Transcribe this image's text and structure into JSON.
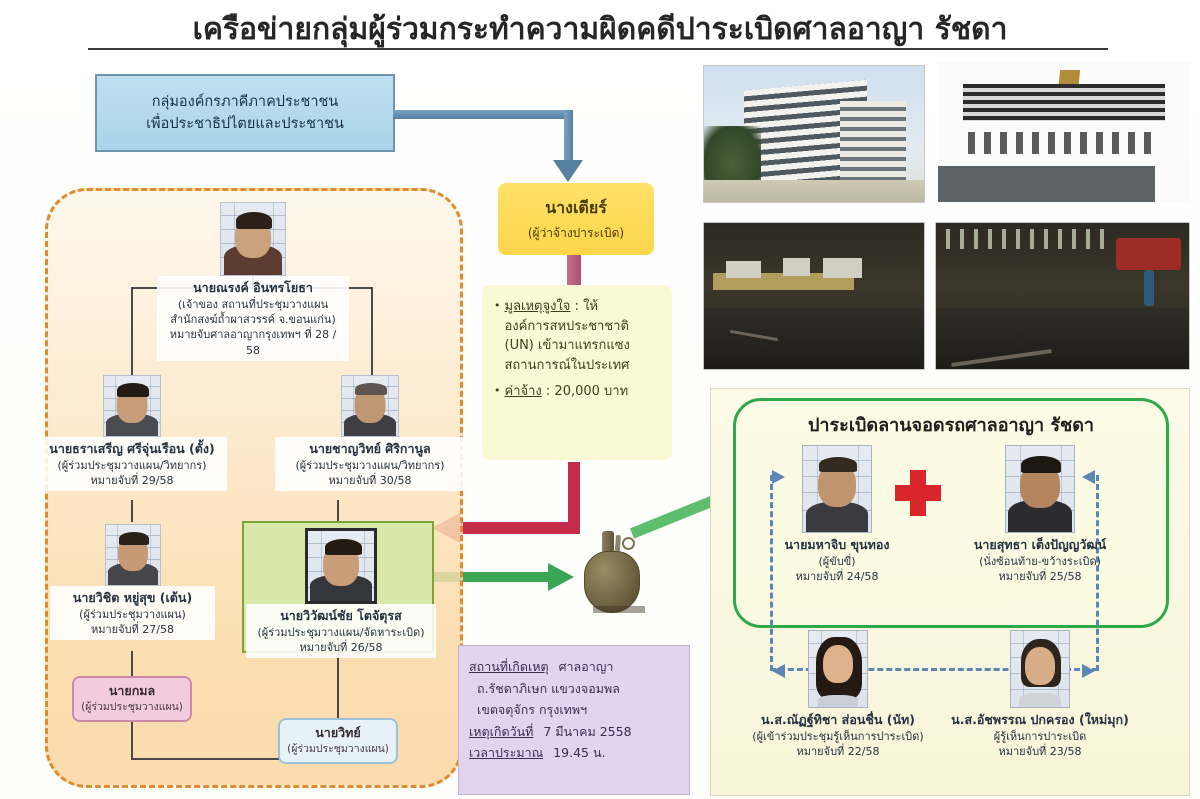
{
  "title": "เครือข่ายกลุ่มผู้ร่วมกระทำความผิดคดีปาระเบิดศาลอาญา รัชดา",
  "origin_box": {
    "line1": "กลุ่มองค์กรภาคีภาคประชาชน",
    "line2": "เพื่อประชาธิปไตยและประชาชน"
  },
  "employer": {
    "name": "นางเตียร์",
    "role": "(ผู้ว่าจ้างปาระเบิด)"
  },
  "motive": {
    "bullet": "•",
    "label1": "มูลเหตุจูงใจ",
    "sep1": " : ",
    "text1_line1": "ให้",
    "text1_line2": "องค์การสหประชาชาติ",
    "text1_line3": "(UN) เข้ามาแทรกแซง",
    "text1_line4": "สถานการณ์ในประเทศ",
    "label2": "ค่าจ้าง",
    "sep2": " : ",
    "text2": "20,000 บาท"
  },
  "planning_group": {
    "leader": {
      "name": "นายณรงค์ อินทรโยธา",
      "role_line1": "(เจ้าของ สถานที่ประชุมวางแผน",
      "role_line2": "สำนักสงฆ์ถ้ำผาสวรรค์ จ.ขอนแก่น)",
      "warrant": "หมายจับศาลอาญากรุงเทพฯ ที่ 28 / 58"
    },
    "member_left": {
      "name": "นายธราเสรีญ ศรีจุ่นเรือน (ตั้ง)",
      "role": "(ผู้ร่วมประชุมวางแผน/วิทยากร)",
      "warrant": "หมายจับที่ 29/58"
    },
    "member_right": {
      "name": "นายชาญวิทย์ ศิริกานูล",
      "role": "(ผู้ร่วมประชุมวางแผน/วิทยากร)",
      "warrant": "หมายจับที่ 30/58"
    },
    "member_lower_left": {
      "name": "นายวิชิต หยู่สุข (เต้น)",
      "role": "(ผู้ร่วมประชุมวางแผน)",
      "warrant": "หมายจับที่ 27/58"
    },
    "bomb_supplier": {
      "name": "นายวิวัฒน์ชัย โตจัตุรส",
      "role": "(ผู้ร่วมประชุมวางแผน/จัดหาระเบิด)",
      "warrant": "หมายจับที่ 26/58"
    },
    "pill_pink": {
      "name": "นายกมล",
      "role": "(ผู้ร่วมประชุมวางแผน)"
    },
    "pill_blue": {
      "name": "นายวิทย์",
      "role": "(ผู้ร่วมประชุมวางแผน)"
    }
  },
  "incident": {
    "place_label": "สถานที่เกิดเหตุ",
    "place_value": "ศาลอาญา",
    "address_line1": "ถ.รัชดาภิเษก แขวงจอมพล",
    "address_line2": "เขตจตุจักร กรุงเทพฯ",
    "date_label": "เหตุเกิดวันที่",
    "date_value": "7 มีนาคม 2558",
    "time_label": "เวลาประมาณ",
    "time_value": "19.45 น."
  },
  "attack_group": {
    "heading": "ปาระเบิดลานจอดรถศาลอาญา รัชดา",
    "driver": {
      "name": "นายมหาจิบ ขุนทอง",
      "role": "(ผู้ขับขี่)",
      "warrant": "หมายจับที่ 24/58"
    },
    "thrower": {
      "name": "นายสุทธา เต็งปัญญวัฒน์",
      "role": "(นั่งซ้อนท้าย-ขว้างระเบิด)",
      "warrant": "หมายจับที่ 25/58"
    },
    "accomplice_female_1": {
      "name": "น.ส.ณัฏฐ์ทิชา ส่อนชื่น (นัท)",
      "role": "(ผู้เข้าร่วมประชุมรู้เห็นการปาระเบิด)",
      "warrant": "หมายจับที่ 22/58"
    },
    "accomplice_female_2": {
      "name": "น.ส.อัชพรรณ ปกครอง (ใหม่มุก)",
      "role": "ผู้รู้เห็นการปาระเบิด",
      "warrant": "หมายจับที่ 23/58"
    }
  },
  "photos": {
    "photo_1": "อาคารศาลอาญา",
    "photo_2": "ป้ายศาลอาญา",
    "photo_3": "ที่เกิดเหตุกลางคืน 1",
    "photo_4": "ที่เกิดเหตุกลางคืน 2"
  },
  "icons": {
    "grenade": "grenade-icon",
    "red_cross": "red-cross-icon"
  },
  "colors": {
    "title": "#262626",
    "blue_box": "#a9d4e9",
    "yellow_box": "#fbd64a",
    "motive_box": "#fbf8d6",
    "orange_zone": "#f7d49c",
    "green_sub": "#d9e8a6",
    "purple_box": "#e2d4ee",
    "green_border": "#2fa84a",
    "red_arrow": "#c42c4b",
    "blue_arrow": "#55809e",
    "pink_pill": "#f2cbdd",
    "blue_pill": "#e7f1f8"
  }
}
